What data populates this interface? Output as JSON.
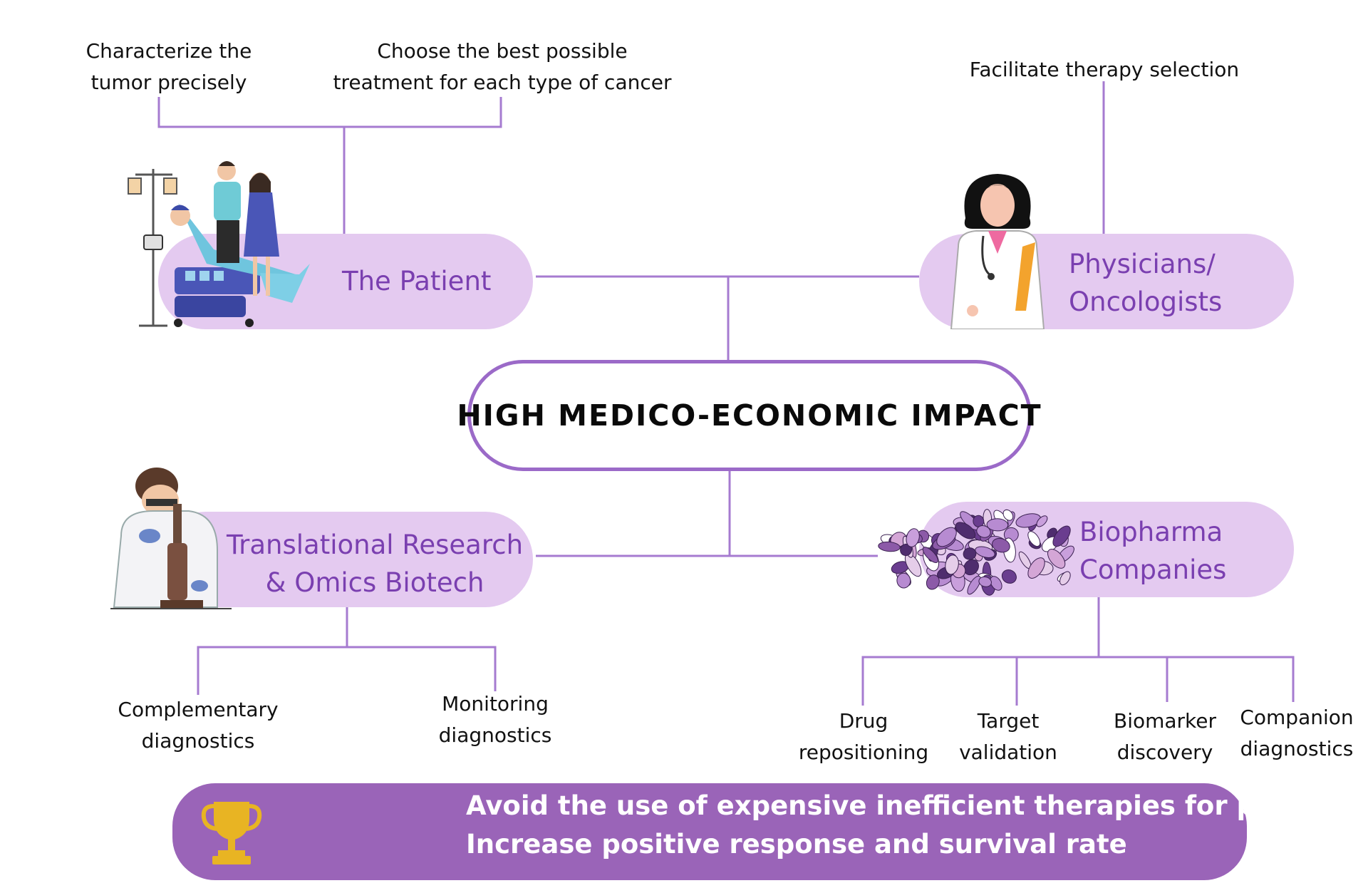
{
  "center": {
    "title": "HIGH MEDICO-ECONOMIC IMPACT"
  },
  "nodes": {
    "patient": {
      "label": "The Patient",
      "notes": [
        [
          "Characterize the",
          "tumor precisely"
        ],
        [
          "Choose the best possible",
          "treatment for each type of cancer"
        ]
      ]
    },
    "physicians": {
      "label_lines": [
        "Physicians/",
        "Oncologists"
      ],
      "notes": [
        [
          "Facilitate therapy selection"
        ]
      ]
    },
    "research": {
      "label_lines": [
        "Translational Research",
        "& Omics Biotech"
      ],
      "notes": [
        [
          "Complementary",
          "diagnostics"
        ],
        [
          "Monitoring",
          "diagnostics"
        ]
      ]
    },
    "biopharma": {
      "label_lines": [
        "Biopharma",
        "Companies"
      ],
      "notes": [
        [
          "Drug",
          "repositioning"
        ],
        [
          "Target",
          "validation"
        ],
        [
          "Biomarker",
          "discovery"
        ],
        [
          "Companion",
          "diagnostics"
        ]
      ]
    }
  },
  "banner": {
    "lines": [
      "Avoid the use of expensive inefficient therapies for patients",
      "Increase positive response and survival rate"
    ]
  },
  "colors": {
    "accent": "#7a3fb0",
    "pill": "#e4caf0",
    "line": "#a67bd0",
    "banner": "#9a64b8",
    "trophy": "#e8b423"
  },
  "icons": [
    "patient-illustration",
    "doctor-illustration",
    "scientist-microscope-illustration",
    "pills-illustration",
    "trophy-icon"
  ]
}
